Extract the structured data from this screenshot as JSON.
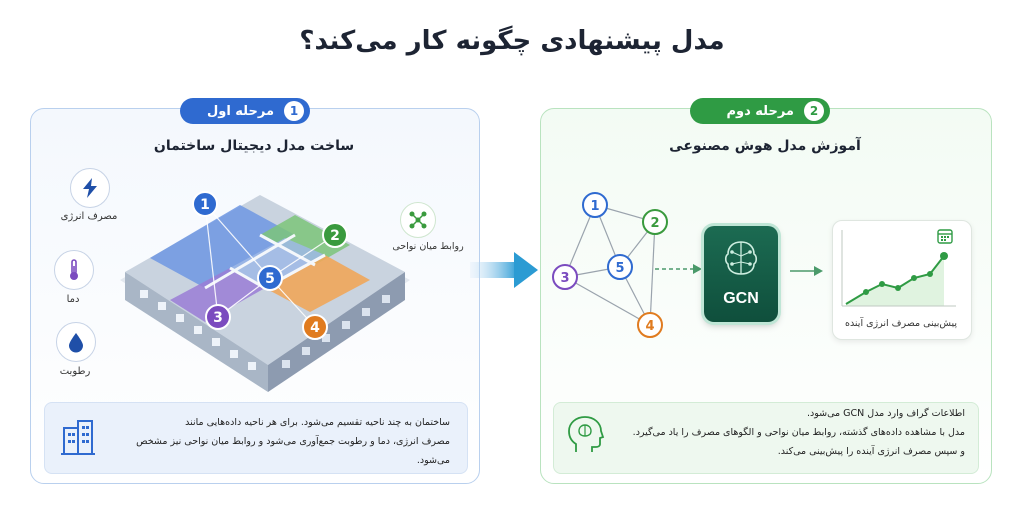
{
  "title": "مدل پیشنهادی چگونه کار می‌کند؟",
  "stage1": {
    "badge_number": "1",
    "badge_label": "مرحله اول",
    "subtitle": "ساخت مدل دیجیتال ساختمان",
    "icons": [
      {
        "icon": "lightning-icon",
        "label": "مصرف انرژی"
      },
      {
        "icon": "thermometer-icon",
        "label": "دما"
      },
      {
        "icon": "water-drop-icon",
        "label": "رطوبت"
      }
    ],
    "zones": [
      "1",
      "2",
      "3",
      "4",
      "5"
    ],
    "relations_label": "روابط میان نواحی",
    "info_lines": [
      "ساختمان به چند ناحیه تقسیم می‌شود. برای هر ناحیه داده‌هایی مانند",
      "مصرف انرژی، دما و رطوبت جمع‌آوری می‌شود و روابط میان نواحی نیز مشخص می‌شود."
    ]
  },
  "stage2": {
    "badge_number": "2",
    "badge_label": "مرحله دوم",
    "subtitle": "آموزش مدل هوش مصنوعی",
    "nodes": [
      "1",
      "2",
      "3",
      "4",
      "5"
    ],
    "gcn_label": "GCN",
    "forecast_label": "پیش‌بینی مصرف انرژی آینده",
    "info_lines": [
      "اطلاعات گراف وارد مدل GCN می‌شود.",
      "مدل با مشاهده داده‌های گذشته، روابط میان نواحی و الگوهای مصرف را یاد می‌گیرد.",
      "و سپس مصرف انرژی آینده را پیش‌بینی می‌کند."
    ]
  },
  "colors": {
    "blue": "#2f6ad0",
    "green": "#2f9b44",
    "node1": "#2f6ad0",
    "node2": "#3a9a3e",
    "node3": "#7b4bbf",
    "node4": "#e07b1f",
    "node5": "#2f6ad0"
  }
}
